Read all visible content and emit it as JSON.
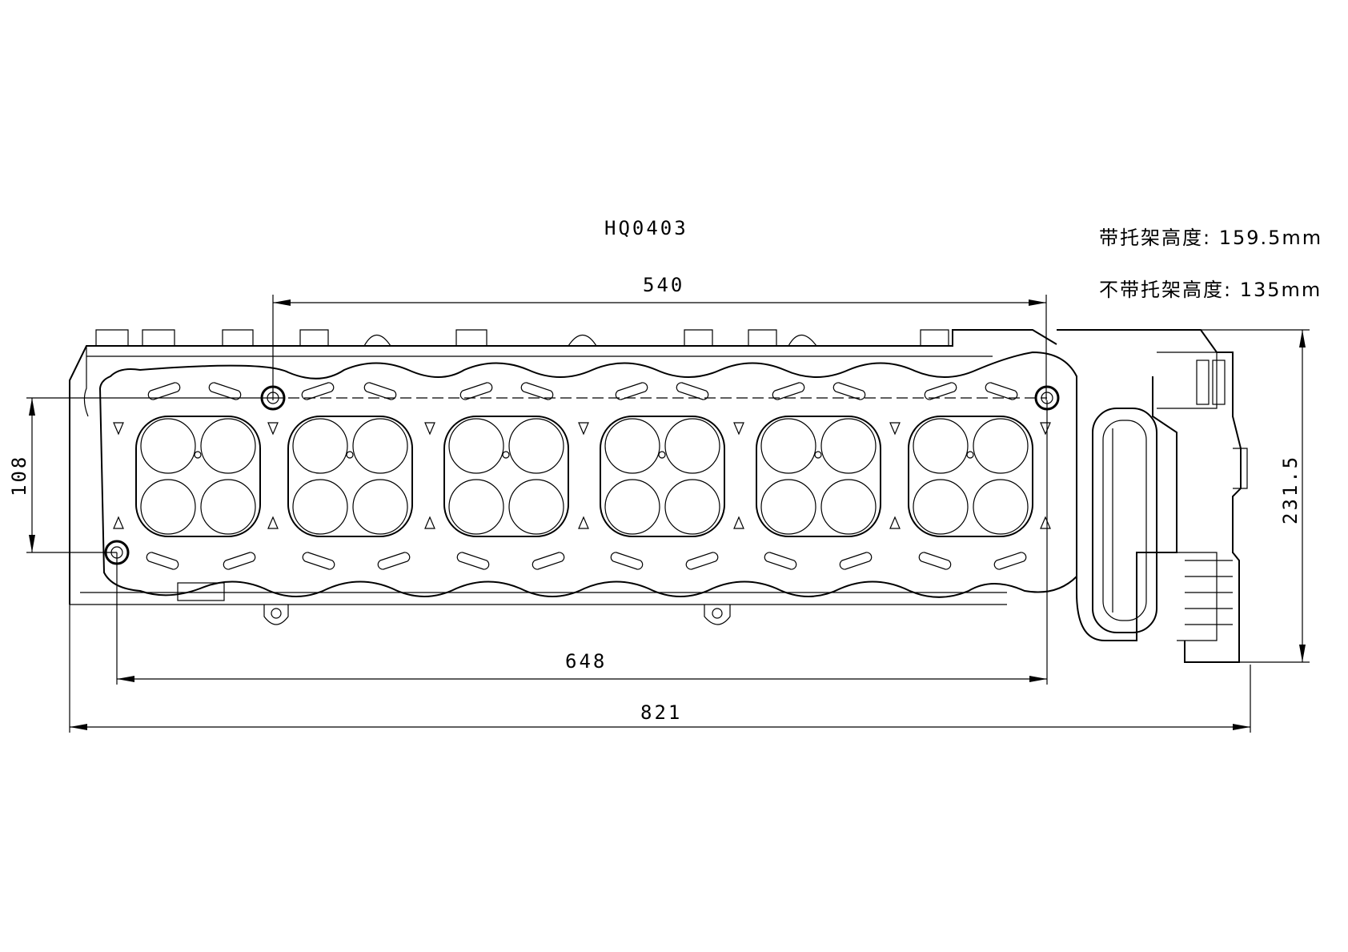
{
  "drawing": {
    "part_number": "HQ0403",
    "notes": {
      "height_with_bracket": "带托架高度: 159.5mm",
      "height_without_bracket": "不带托架高度: 135mm"
    },
    "dimensions": {
      "top_span": "540",
      "bottom_span": "648",
      "overall_length": "821",
      "left_height": "108",
      "right_height": "231.5"
    },
    "cylinder_count": 6,
    "line_color": "#000000",
    "background": "#ffffff"
  }
}
